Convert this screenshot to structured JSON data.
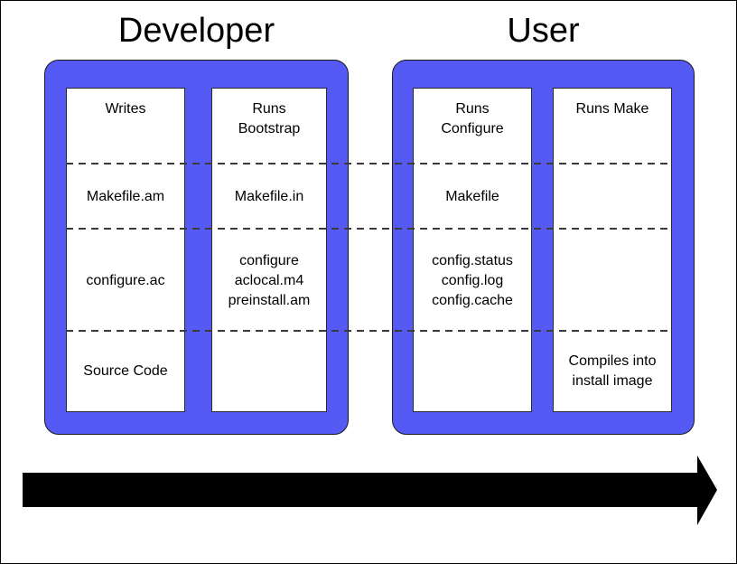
{
  "diagram": {
    "developer": {
      "title": "Developer",
      "columns": [
        {
          "cells": [
            "Writes",
            "Makefile.am",
            "configure.ac",
            "Source Code"
          ]
        },
        {
          "cells": [
            "Runs\nBootstrap",
            "Makefile.in",
            "configure\naclocal.m4\npreinstall.am",
            ""
          ]
        }
      ]
    },
    "user": {
      "title": "User",
      "columns": [
        {
          "cells": [
            "Runs\nConfigure",
            "Makefile",
            "config.status\nconfig.log\nconfig.cache",
            ""
          ]
        },
        {
          "cells": [
            "Runs Make",
            "",
            "",
            "Compiles into\ninstall image"
          ]
        }
      ]
    },
    "colors": {
      "box_blue": "#555af5",
      "dash": "#3a3a3a",
      "arrow": "#000000",
      "border": "#000000"
    }
  }
}
